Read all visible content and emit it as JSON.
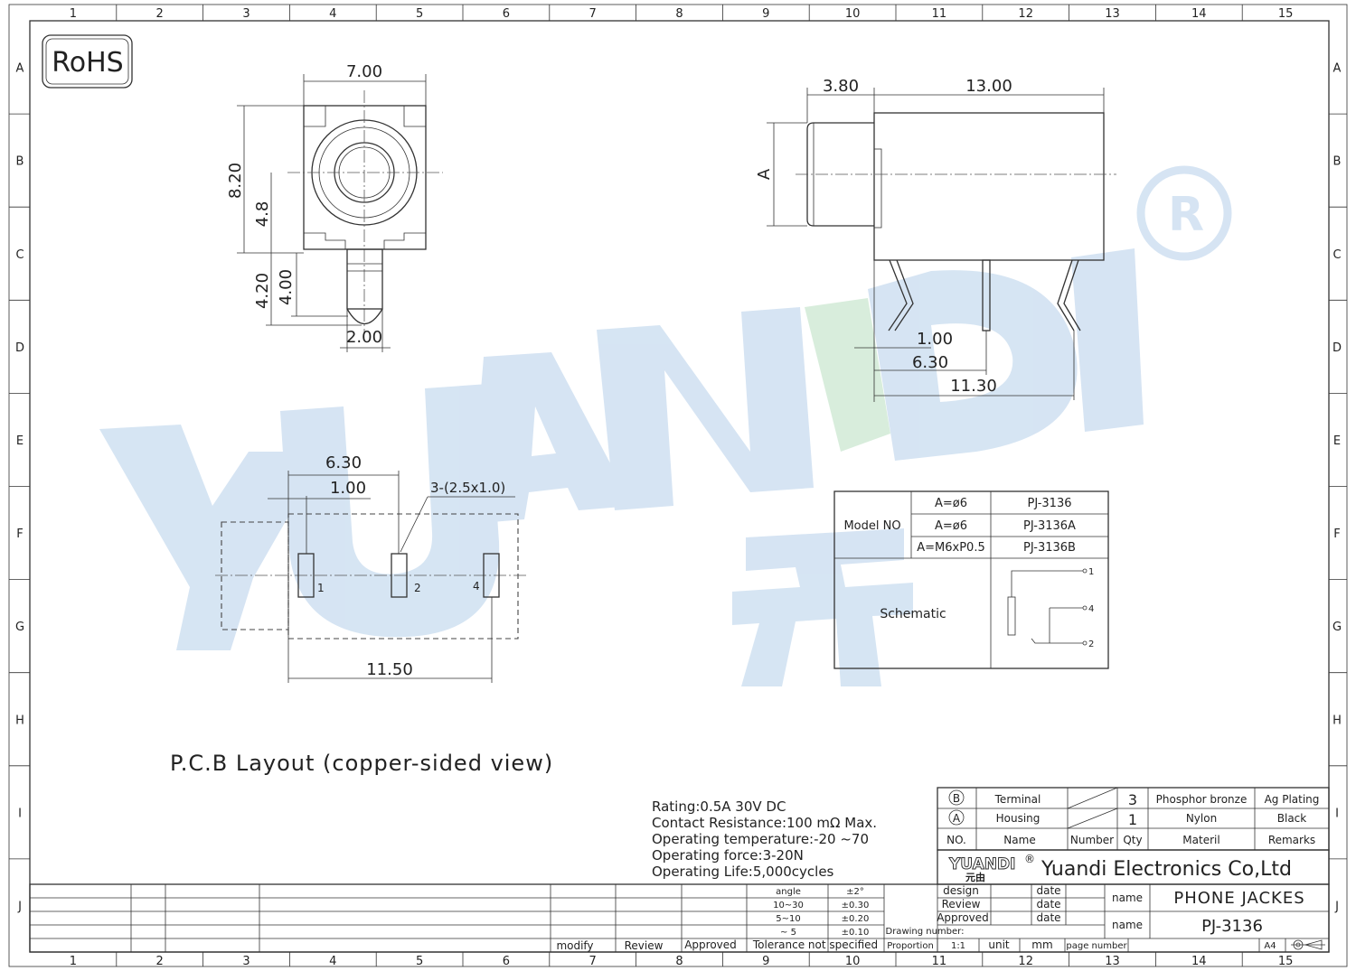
{
  "rohs": "RoHS",
  "grid": {
    "columns": [
      "1",
      "2",
      "3",
      "4",
      "5",
      "6",
      "7",
      "8",
      "9",
      "10",
      "11",
      "12",
      "13",
      "14",
      "15"
    ],
    "rows": [
      "A",
      "B",
      "C",
      "D",
      "E",
      "F",
      "G",
      "H",
      "I",
      "J"
    ]
  },
  "front_view": {
    "dims": {
      "width": "7.00",
      "height": "8.20",
      "center": "4.8",
      "pin_len": "4.20",
      "pin_len2": "4.00",
      "pin_w": "2.00"
    }
  },
  "side_view": {
    "dims": {
      "nose": "3.80",
      "body": "13.00",
      "a_label": "A",
      "pin1": "1.00",
      "pin2": "6.30",
      "pin3": "11.30"
    }
  },
  "pcb": {
    "dims": {
      "d1": "6.30",
      "d2": "1.00",
      "pads": "3-(2.5x1.0)",
      "width": "11.50"
    },
    "pins": [
      "1",
      "2",
      "4"
    ],
    "title": "P.C.B Layout (copper-sided view)"
  },
  "model_table": {
    "header": "Model NO",
    "rows": [
      {
        "a": "A=ø6",
        "model": "PJ-3136"
      },
      {
        "a": "A=ø6",
        "model": "PJ-3136A"
      },
      {
        "a": "A=M6xP0.5",
        "model": "PJ-3136B"
      }
    ],
    "schematic": "Schematic",
    "schem_pins": [
      "1",
      "4",
      "2"
    ]
  },
  "specs": [
    "Rating:0.5A 30V DC",
    "Contact Resistance:100 mΩ Max.",
    "Operating temperature:-20 ~70",
    "Operating force:3-20N",
    "Operating Life:5,000cycles"
  ],
  "bom": {
    "rows": [
      {
        "no": "B",
        "name": "Terminal",
        "qty": "3",
        "material": "Phosphor bronze",
        "remarks": "Ag Plating"
      },
      {
        "no": "A",
        "name": "Housing",
        "qty": "1",
        "material": "Nylon",
        "remarks": "Black"
      }
    ],
    "headers": {
      "no": "NO.",
      "name": "Name",
      "number": "Number",
      "qty": "Qty",
      "material": "Materil",
      "remarks": "Remarks"
    }
  },
  "company": {
    "logo": "YUANDI",
    "logo_cn": "元由",
    "reg": "®",
    "name": "Yuandi Electronics Co,Ltd"
  },
  "title_block": {
    "design": "design",
    "review": "Review",
    "approved": "Approved",
    "date": "date",
    "name_label": "name",
    "product": "PHONE JACKES",
    "part": "PJ-3136",
    "drawing_number": "Drawing number:",
    "proportion": "Proportion",
    "scale": "1:1",
    "unit": "unit",
    "unit_val": "mm",
    "page_number": "page number",
    "size": "A4"
  },
  "tolerance": {
    "rows": [
      {
        "k": "angle",
        "v": "±2°"
      },
      {
        "k": "10~30",
        "v": "±0.30"
      },
      {
        "k": "5~10",
        "v": "±0.20"
      },
      {
        "k": "~ 5",
        "v": "±0.10"
      }
    ],
    "footer": "Tolerance not specified"
  },
  "revision": {
    "modify": "modify",
    "review": "Review",
    "approved": "Approved"
  },
  "watermark": "YUANDI"
}
